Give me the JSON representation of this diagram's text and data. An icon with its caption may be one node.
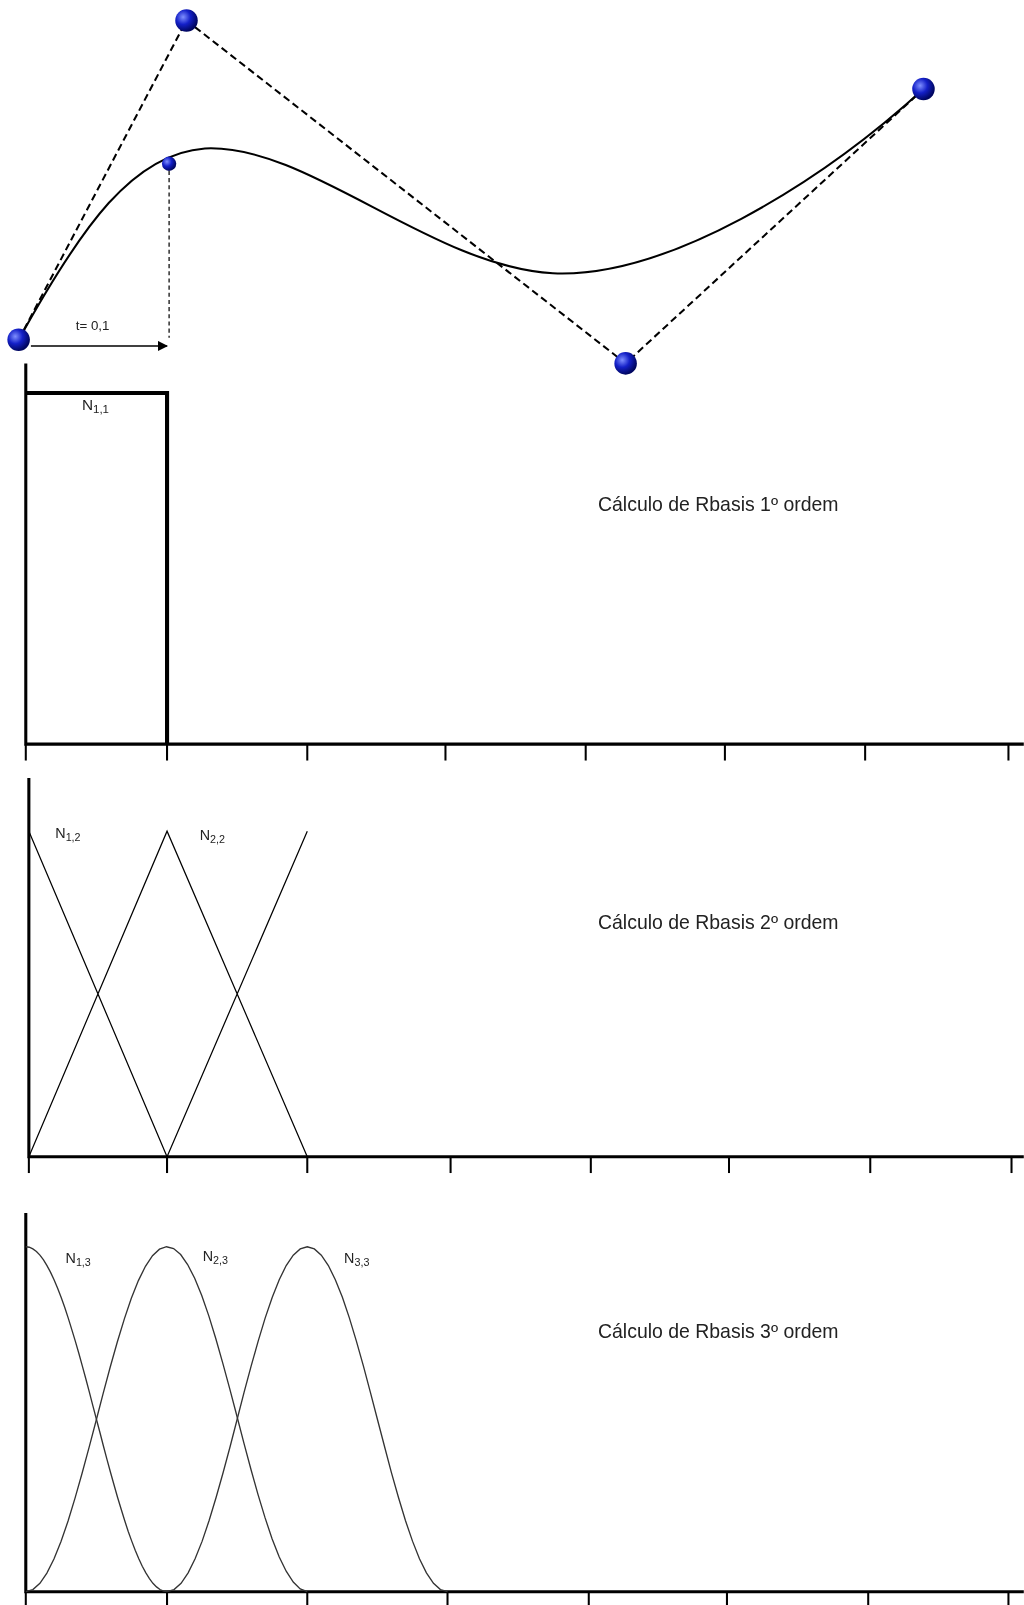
{
  "diagram": {
    "labels": [
      "t= 0,1",
      "N$_{1,1}$",
      "Cálculo de Rbasis 1º ordem",
      "N$_{1,2}$",
      "N$_{2,2}$",
      "Cálculo de Rbasis 2º ordem",
      "N$_{1,3}$",
      "N$_{2,3}$",
      "N$_{3,3}$",
      "Cálculo de Rbasis 3º ordem"
    ]
  }
}
